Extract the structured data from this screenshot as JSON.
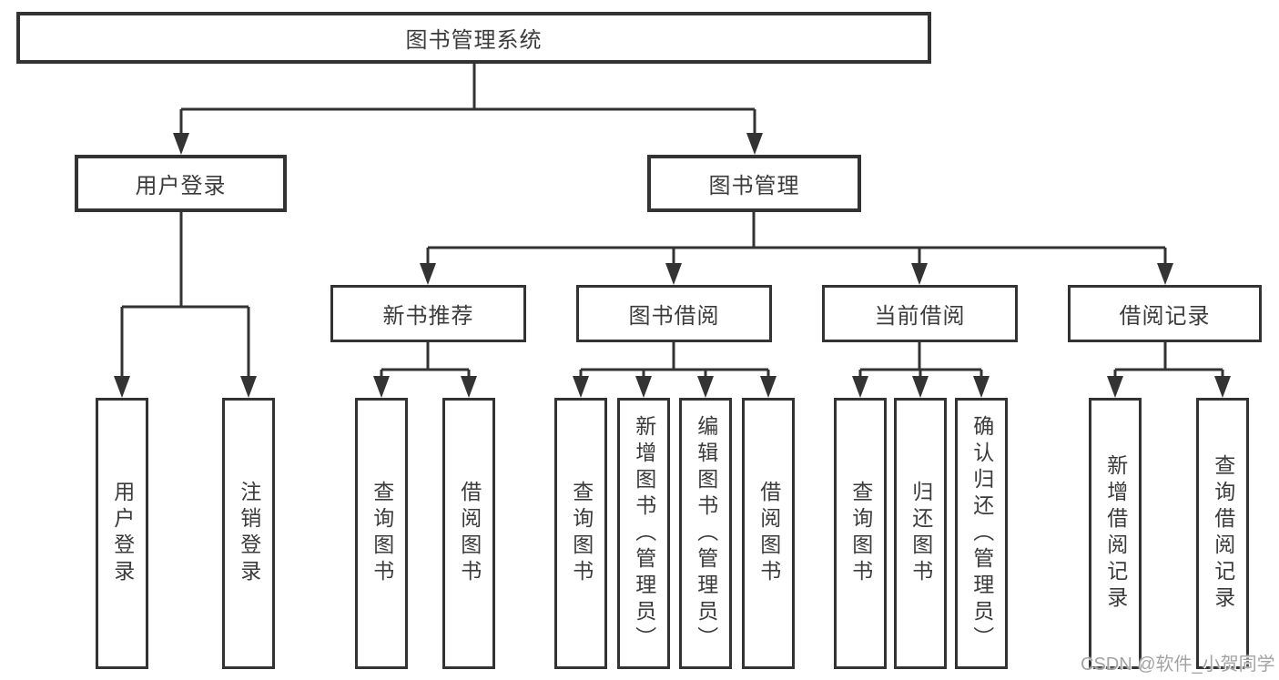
{
  "nodes": {
    "root": "图书管理系统",
    "user_login": "用户登录",
    "book_mgmt": "图书管理",
    "new_book_rec": "新书推荐",
    "book_borrow": "图书借阅",
    "current_borrow": "当前借阅",
    "borrow_records": "借阅记录",
    "login": "用户登录",
    "logout": "注销登录",
    "rec_query_books": "查询图书",
    "rec_borrow_books": "借阅图书",
    "bb_query_books": "查询图书",
    "bb_add_books": "新增图书（管理员）",
    "bb_edit_books": "编辑图书（管理员）",
    "bb_borrow_books": "借阅图书",
    "cb_query_books": "查询图书",
    "cb_return_books": "归还图书",
    "cb_confirm_return": "确认归还（管理员）",
    "br_add_record": "新增借阅记录",
    "br_query_record": "查询借阅记录"
  },
  "watermark": "CSDN @软件_小贺同学",
  "colors": {
    "line": "#333333",
    "text": "#3b3b3b",
    "watermark": "#a3a3a3",
    "background": "#ffffff"
  }
}
